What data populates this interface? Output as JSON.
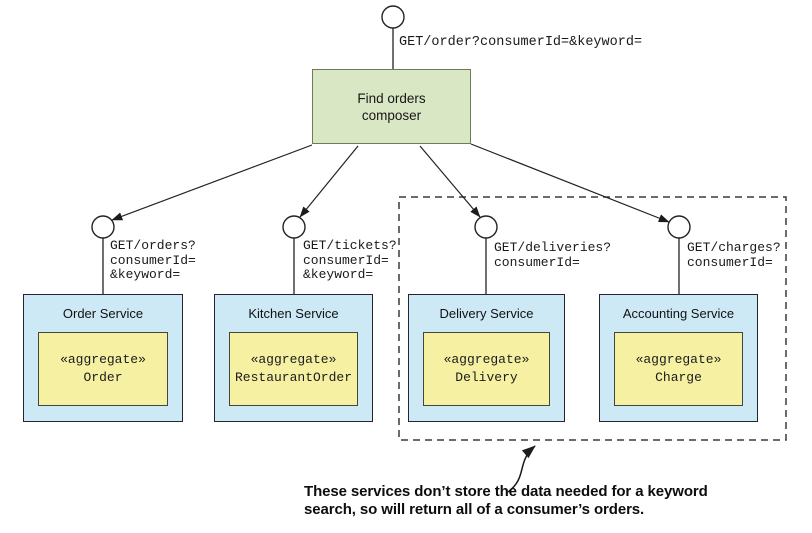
{
  "diagram": {
    "composer": {
      "label": "Find orders composer",
      "endpoint": "GET/order?consumerId=&keyword="
    },
    "services": [
      {
        "name": "Order Service",
        "stereotype": "«aggregate»",
        "aggregate": "Order",
        "endpoint": "GET/orders?\nconsumerId=\n&keyword="
      },
      {
        "name": "Kitchen Service",
        "stereotype": "«aggregate»",
        "aggregate": "RestaurantOrder",
        "endpoint": "GET/tickets?\nconsumerId=\n&keyword="
      },
      {
        "name": "Delivery Service",
        "stereotype": "«aggregate»",
        "aggregate": "Delivery",
        "endpoint": "GET/deliveries?\nconsumerId="
      },
      {
        "name": "Accounting Service",
        "stereotype": "«aggregate»",
        "aggregate": "Charge",
        "endpoint": "GET/charges?\nconsumerId="
      }
    ],
    "annotation": "These services don’t store the data needed for a keyword\nsearch, so will return all of a consumer’s orders.",
    "colors": {
      "composer_fill": "#d9e7c5",
      "composer_border": "#6e7b57",
      "service_fill": "#cde9f6",
      "service_border": "#252532",
      "aggregate_fill": "#f6f0a3",
      "aggregate_border": "#45453a",
      "line": "#222222"
    }
  }
}
